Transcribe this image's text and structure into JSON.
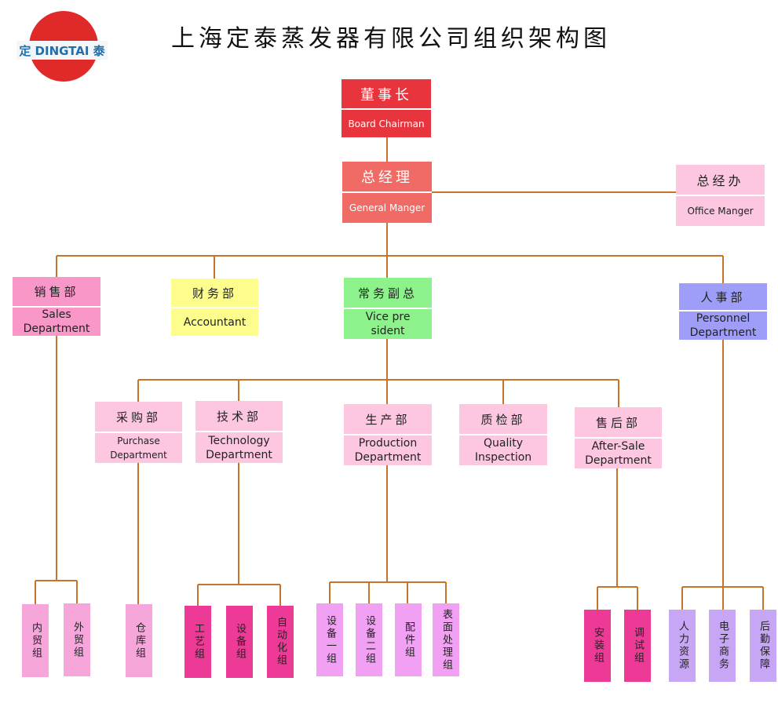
{
  "title": "上海定泰蒸发器有限公司组织架构图",
  "logo": {
    "text": "定 DINGTAI 泰"
  },
  "colors": {
    "line": "#c8722a",
    "chairman": "#e8343c",
    "general_manager": "#f06b66",
    "pink": "#fdc7e1",
    "sales": "#f998c8",
    "accountant": "#fdfd8e",
    "vice": "#8ef28c",
    "personnel": "#9e9ef8",
    "team_light": "#f7a6dc",
    "team_magenta": "#ec3a96",
    "team_violet": "#f2a0f4",
    "team_lavender": "#c8a6f6"
  },
  "nodes": {
    "chairman": {
      "zh": "董事长",
      "en": "Board Chairman"
    },
    "general_manager": {
      "zh": "总经理",
      "en": "General Manger"
    },
    "office": {
      "zh": "总经办",
      "en": "Office Manger"
    },
    "sales": {
      "zh": "销售部",
      "en": "Sales\nDepartment"
    },
    "accountant": {
      "zh": "财务部",
      "en": "Accountant"
    },
    "vice": {
      "zh": "常务副总",
      "en": "Vice pre\nsident"
    },
    "personnel": {
      "zh": "人事部",
      "en": "Personnel\nDepartment"
    },
    "purchase": {
      "zh": "采购部",
      "en": "Purchase\nDepartment"
    },
    "technology": {
      "zh": "技术部",
      "en": "Technology\nDepartment"
    },
    "production": {
      "zh": "生产部",
      "en": "Production\nDepartment"
    },
    "quality": {
      "zh": "质检部",
      "en": "Quality\nInspection"
    },
    "aftersale": {
      "zh": "售后部",
      "en": "After-Sale\nDepartment"
    }
  },
  "teams": {
    "domestic": "内贸组",
    "foreign": "外贸组",
    "warehouse": "仓库组",
    "craft": "工艺组",
    "equipment": "设备组",
    "automation": "自动化组",
    "equip1": "设备一组",
    "equip2": "设备二组",
    "parts": "配件组",
    "surface": "表面处理组",
    "install": "安装组",
    "debug": "调试组",
    "hr": "人力资源",
    "ecommerce": "电子商务",
    "logistics": "后勤保障"
  }
}
